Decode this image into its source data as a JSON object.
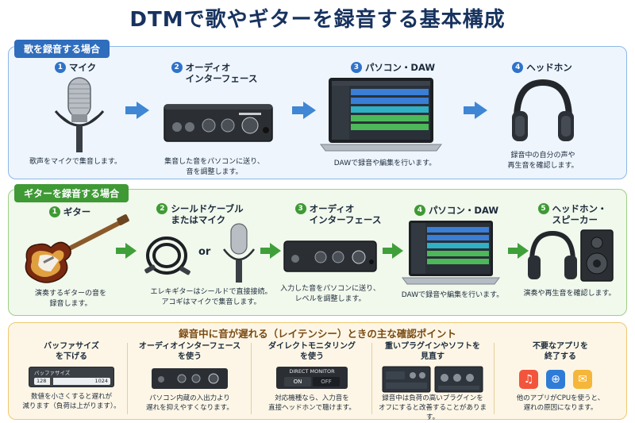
{
  "title": "DTMで歌やギターを録音する基本構成",
  "vocal": {
    "tag": "歌を録音する場合",
    "steps": [
      {
        "num": "1",
        "title": "マイク",
        "desc": "歌声をマイクで集音します。"
      },
      {
        "num": "2",
        "title": "オーディオ\nインターフェース",
        "desc": "集音した音をパソコンに送り、\n音を調整します。"
      },
      {
        "num": "3",
        "title": "パソコン・DAW",
        "desc": "DAWで録音や編集を行います。"
      },
      {
        "num": "4",
        "title": "ヘッドホン",
        "desc": "録音中の自分の声や\n再生音を確認します。"
      }
    ]
  },
  "guitar": {
    "tag": "ギターを録音する場合",
    "or_label": "or",
    "steps": [
      {
        "num": "1",
        "title": "ギター",
        "desc": "演奏するギターの音を\n録音します。"
      },
      {
        "num": "2",
        "title": "シールドケーブル\nまたはマイク",
        "desc": "エレキギターはシールドで直接接続。\nアコギはマイクで集音します。"
      },
      {
        "num": "3",
        "title": "オーディオ\nインターフェース",
        "desc": "入力した音をパソコンに送り、\nレベルを調整します。"
      },
      {
        "num": "4",
        "title": "パソコン・DAW",
        "desc": "DAWで録音や編集を行います。"
      },
      {
        "num": "5",
        "title": "ヘッドホン・\nスピーカー",
        "desc": "演奏や再生音を確認します。"
      }
    ]
  },
  "latency": {
    "title": "録音中に音が遅れる（レイテンシー）ときの主な確認ポイント",
    "points": [
      {
        "title": "バッファサイズ\nを下げる",
        "widget_label": "バッファサイズ",
        "widget_left": "128",
        "widget_right": "1024",
        "desc": "数値を小さくすると遅れが\n減ります（負荷は上がります）。"
      },
      {
        "title": "オーディオインターフェース\nを使う",
        "desc": "パソコン内蔵の入出力より\n遅れを抑えやすくなります。"
      },
      {
        "title": "ダイレクトモニタリング\nを使う",
        "widget_label": "DIRECT MONITOR",
        "widget_on": "ON",
        "widget_off": "OFF",
        "desc": "対応機種なら、入力音を\n直接ヘッドホンで聴けます。"
      },
      {
        "title": "重いプラグインやソフトを\n見直す",
        "desc": "録音中は負荷の高いプラグインを\nオフにすると改善することがあります。"
      },
      {
        "title": "不要なアプリを\n終了する",
        "desc": "他のアプリがCPUを使うと、\n遅れの原因になります。"
      }
    ]
  },
  "colors": {
    "accent_blue": "#2f6dbd",
    "accent_green": "#3f9a35",
    "accent_orange": "#f0c870"
  }
}
